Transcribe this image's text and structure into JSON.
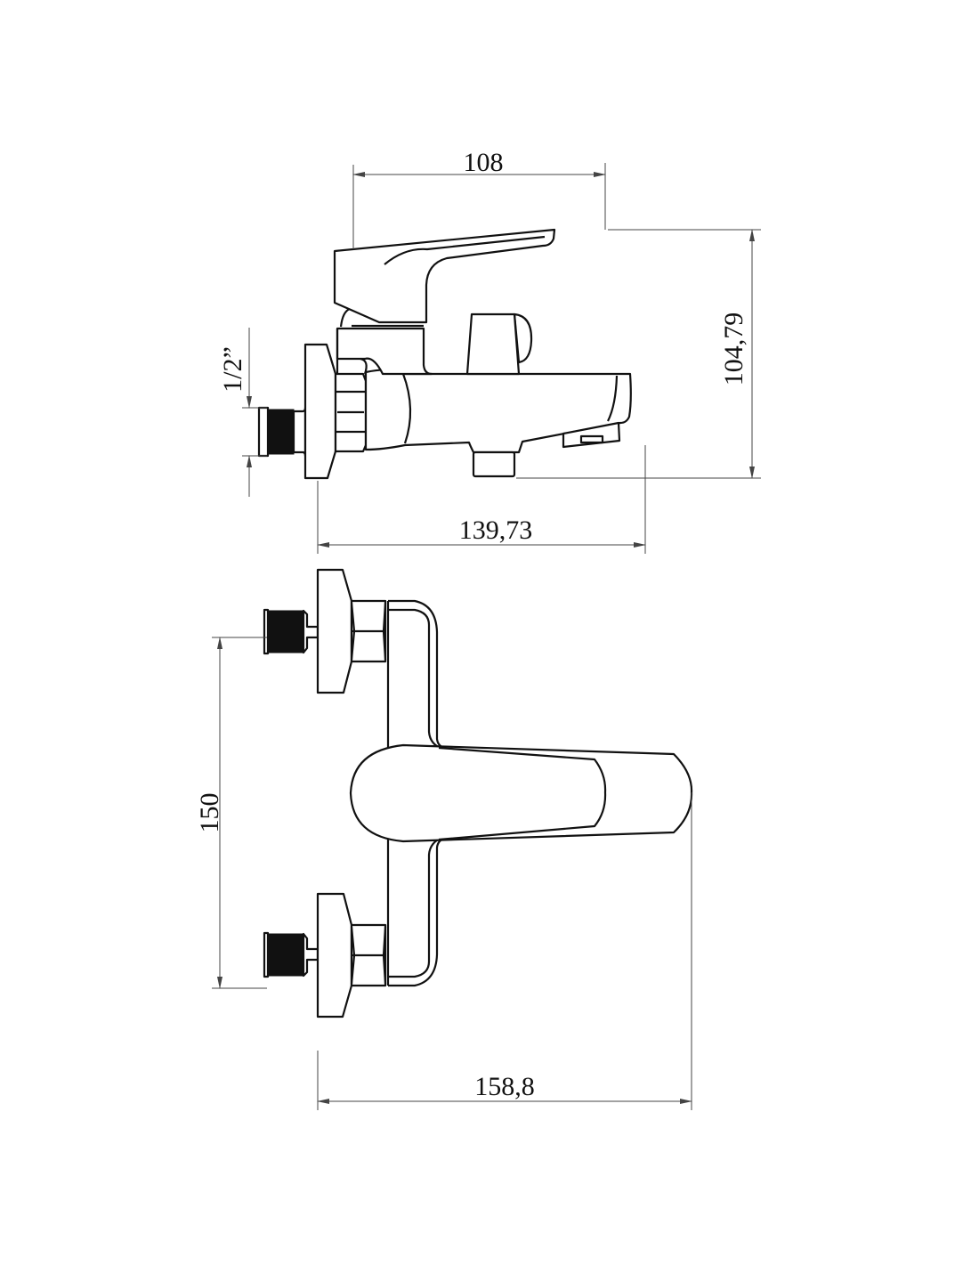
{
  "drawing": {
    "title": "Bath mixer dimensional drawing",
    "dimensions": {
      "lever_length": "108",
      "height": "104,79",
      "thread_size": "1/2”",
      "side_depth": "139,73",
      "inlet_spacing": "150",
      "front_depth": "158,8"
    },
    "line_color": "#111111"
  }
}
